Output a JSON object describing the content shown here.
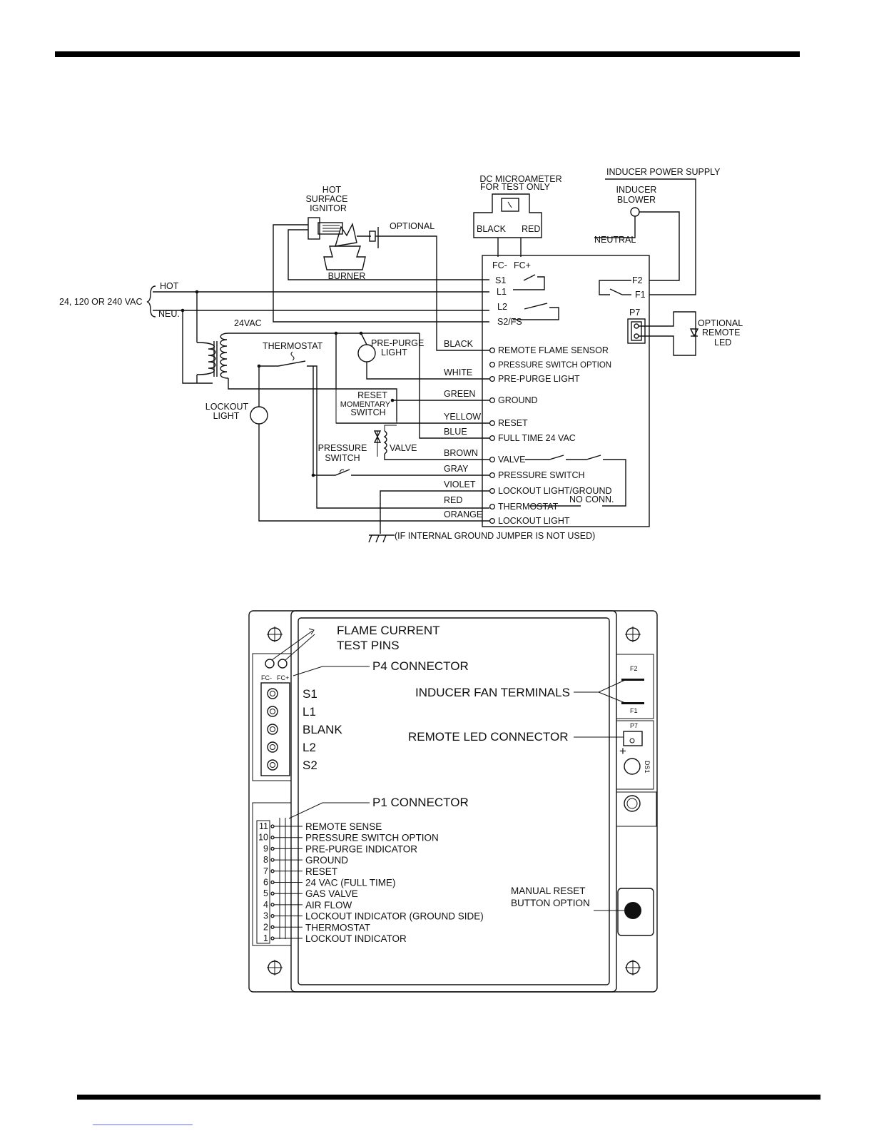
{
  "wiring": {
    "hsi": [
      "HOT",
      "SURFACE",
      "IGNITOR"
    ],
    "optional": "OPTIONAL",
    "burner": "BURNER",
    "microammeter": [
      "DC MICROAMETER",
      "FOR TEST ONLY"
    ],
    "meter_black": "BLACK",
    "meter_red": "RED",
    "fc_minus": "FC-",
    "fc_plus": "FC+",
    "inducer_supply": "INDUCER POWER SUPPLY",
    "inducer_blower": [
      "INDUCER",
      "BLOWER"
    ],
    "neutral": "NEUTRAL",
    "supply_voltage": "24, 120 OR 240 VAC",
    "hot": "HOT",
    "neu": "NEU.",
    "s1": "S1",
    "l1": "L1",
    "l2": "L2",
    "s2fs": "S2/FS",
    "f2": "F2",
    "f1": "F1",
    "p7": "P7",
    "optional_led": [
      "OPTIONAL",
      "REMOTE",
      "LED"
    ],
    "vac24": "24VAC",
    "thermostat": "THERMOSTAT",
    "prepurge_light": [
      "PRE-PURGE",
      "LIGHT"
    ],
    "reset_switch": [
      "RESET",
      "MOMENTARY",
      "SWITCH"
    ],
    "lockout_light": [
      "LOCKOUT",
      "LIGHT"
    ],
    "valve": "VALVE",
    "pressure_switch": [
      "PRESSURE",
      "SWITCH"
    ],
    "wires": [
      {
        "color": "BLACK",
        "terminal": "REMOTE FLAME SENSOR"
      },
      {
        "color": "",
        "terminal": "PRESSURE SWITCH OPTION"
      },
      {
        "color": "WHITE",
        "terminal": "PRE-PURGE LIGHT"
      },
      {
        "color": "GREEN",
        "terminal": "GROUND"
      },
      {
        "color": "YELLOW",
        "terminal": "RESET"
      },
      {
        "color": "BLUE",
        "terminal": "FULL TIME 24 VAC"
      },
      {
        "color": "BROWN",
        "terminal": "VALVE"
      },
      {
        "color": "GRAY",
        "terminal": "PRESSURE SWITCH"
      },
      {
        "color": "VIOLET",
        "terminal": "LOCKOUT LIGHT/GROUND"
      },
      {
        "color": "RED",
        "terminal": "THERMOSTAT"
      },
      {
        "color": "ORANGE",
        "terminal": "LOCKOUT LIGHT"
      }
    ],
    "no_conn": "NO CONN.",
    "ground_note": "(IF INTERNAL GROUND JUMPER IS NOT USED)"
  },
  "board": {
    "flame_current": [
      "FLAME CURRENT",
      "TEST PINS"
    ],
    "fc_minus": "FC-",
    "fc_plus": "FC+",
    "p4_connector": "P4 CONNECTOR",
    "p4_pins": [
      "S1",
      "L1",
      "BLANK",
      "L2",
      "S2"
    ],
    "inducer_terminals": "INDUCER FAN TERMINALS",
    "f2": "F2",
    "f1": "F1",
    "remote_led": "REMOTE LED CONNECTOR",
    "p7": "P7",
    "plus": "+",
    "ds1": "DS1",
    "p1_connector": "P1 CONNECTOR",
    "p1_pins": [
      {
        "num": "11",
        "label": "REMOTE SENSE"
      },
      {
        "num": "10",
        "label": "PRESSURE SWITCH OPTION"
      },
      {
        "num": "9",
        "label": "PRE-PURGE INDICATOR"
      },
      {
        "num": "8",
        "label": "GROUND"
      },
      {
        "num": "7",
        "label": "RESET"
      },
      {
        "num": "6",
        "label": "24 VAC (FULL TIME)"
      },
      {
        "num": "5",
        "label": "GAS VALVE"
      },
      {
        "num": "4",
        "label": "AIR FLOW"
      },
      {
        "num": "3",
        "label": "LOCKOUT INDICATOR (GROUND SIDE)"
      },
      {
        "num": "2",
        "label": "THERMOSTAT"
      },
      {
        "num": "1",
        "label": "LOCKOUT INDICATOR"
      }
    ],
    "manual_reset": [
      "MANUAL RESET",
      "BUTTON OPTION"
    ]
  }
}
